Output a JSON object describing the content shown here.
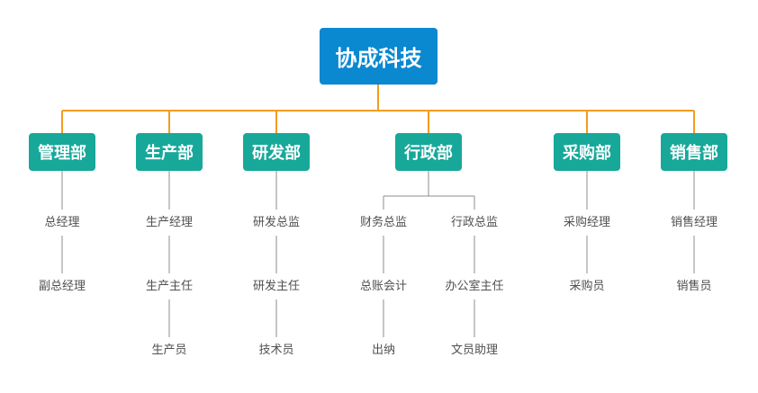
{
  "company": {
    "name": "协成科技"
  },
  "colors": {
    "root_fill": "#0a88d0",
    "dept_fill": "#17a89a",
    "trunk_line": "#f39c1f",
    "branch_line": "#8c8c8c"
  },
  "departments": [
    {
      "name": "管理部",
      "roles": [
        "总经理",
        "副总经理"
      ]
    },
    {
      "name": "生产部",
      "roles": [
        "生产经理",
        "生产主任",
        "生产员"
      ]
    },
    {
      "name": "研发部",
      "roles": [
        "研发总监",
        "研发主任",
        "技术员"
      ]
    },
    {
      "name": "行政部",
      "sub_branches": [
        {
          "roles": [
            "财务总监",
            "总账会计",
            "出纳"
          ]
        },
        {
          "roles": [
            "行政总监",
            "办公室主任",
            "文员助理"
          ]
        }
      ]
    },
    {
      "name": "采购部",
      "roles": [
        "采购经理",
        "采购员"
      ]
    },
    {
      "name": "销售部",
      "roles": [
        "销售经理",
        "销售员"
      ]
    }
  ]
}
